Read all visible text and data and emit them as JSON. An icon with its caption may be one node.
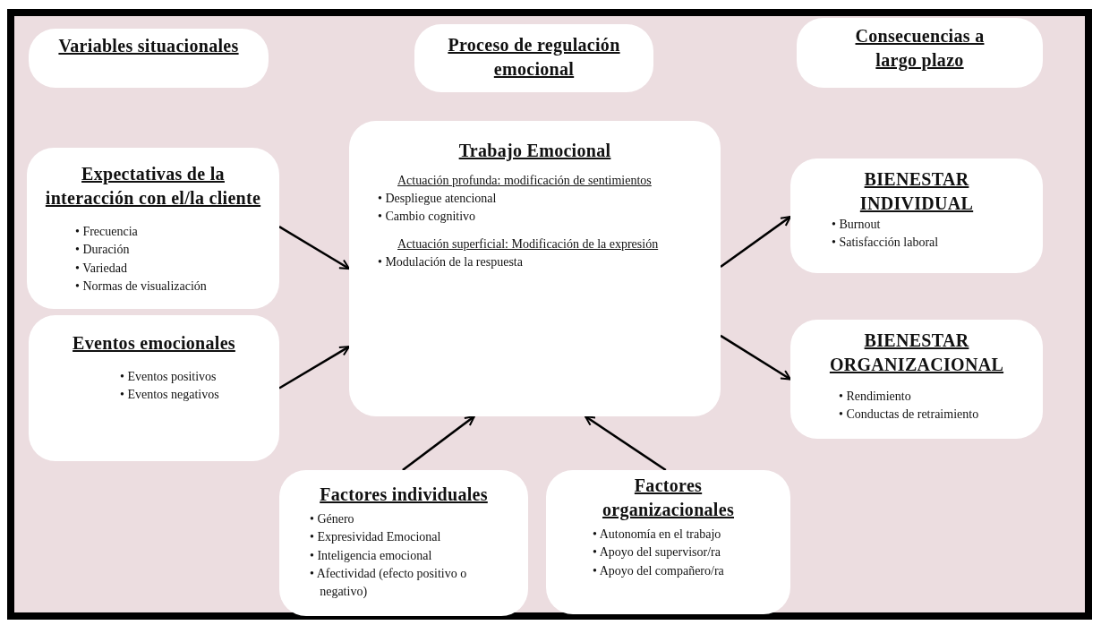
{
  "diagram": {
    "nodes": [
      {
        "text": [
          "Variables situacionales"
        ]
      },
      {
        "text": [
          "Proceso de regulación emocional"
        ]
      },
      {
        "text": [
          "Consecuencias a largo plazo"
        ]
      },
      {
        "text": [
          "Trabajo Emocional",
          "Actuación profunda: modificación de sentimientos",
          "• Despliegue atencional",
          "• Cambio cognitivo",
          "Actuación superficial: Modificación de la expresión",
          "• Modulación de la respuesta"
        ]
      },
      {
        "text": [
          "Expectativas de la interacción con el/la cliente",
          "• Frecuencia",
          "• Duración",
          "• Variedad",
          "• Normas de visualización"
        ]
      },
      {
        "text": [
          "Eventos emocionales",
          "• Eventos positivos",
          "• Eventos negativos"
        ]
      },
      {
        "text": [
          "BIENESTAR INDIVIDUAL",
          "• Burnout",
          "• Satisfacción laboral"
        ]
      },
      {
        "text": [
          "BIENESTAR ORGANIZACIONAL",
          "• Rendimiento",
          "• Conductas de retraimiento"
        ]
      },
      {
        "text": [
          "Factores individuales",
          "• Género",
          "• Expresividad Emocional",
          "• Inteligencia emocional",
          "• Afectividad (efecto positivo o negativo)"
        ]
      },
      {
        "text": [
          "Factores organizacionales",
          "• Autonomía en el trabajo",
          "• Apoyo del supervisor/ra",
          "• Apoyo del compañero/ra"
        ]
      }
    ],
    "edges": [
      {
        "from": 4,
        "to": 3,
        "arrow": "to"
      },
      {
        "from": 5,
        "to": 3,
        "arrow": "to"
      },
      {
        "from": 8,
        "to": 3,
        "arrow": "to"
      },
      {
        "from": 9,
        "to": 3,
        "arrow": "to"
      },
      {
        "from": 3,
        "to": 6,
        "arrow": "to"
      },
      {
        "from": 3,
        "to": 7,
        "arrow": "to"
      }
    ]
  }
}
